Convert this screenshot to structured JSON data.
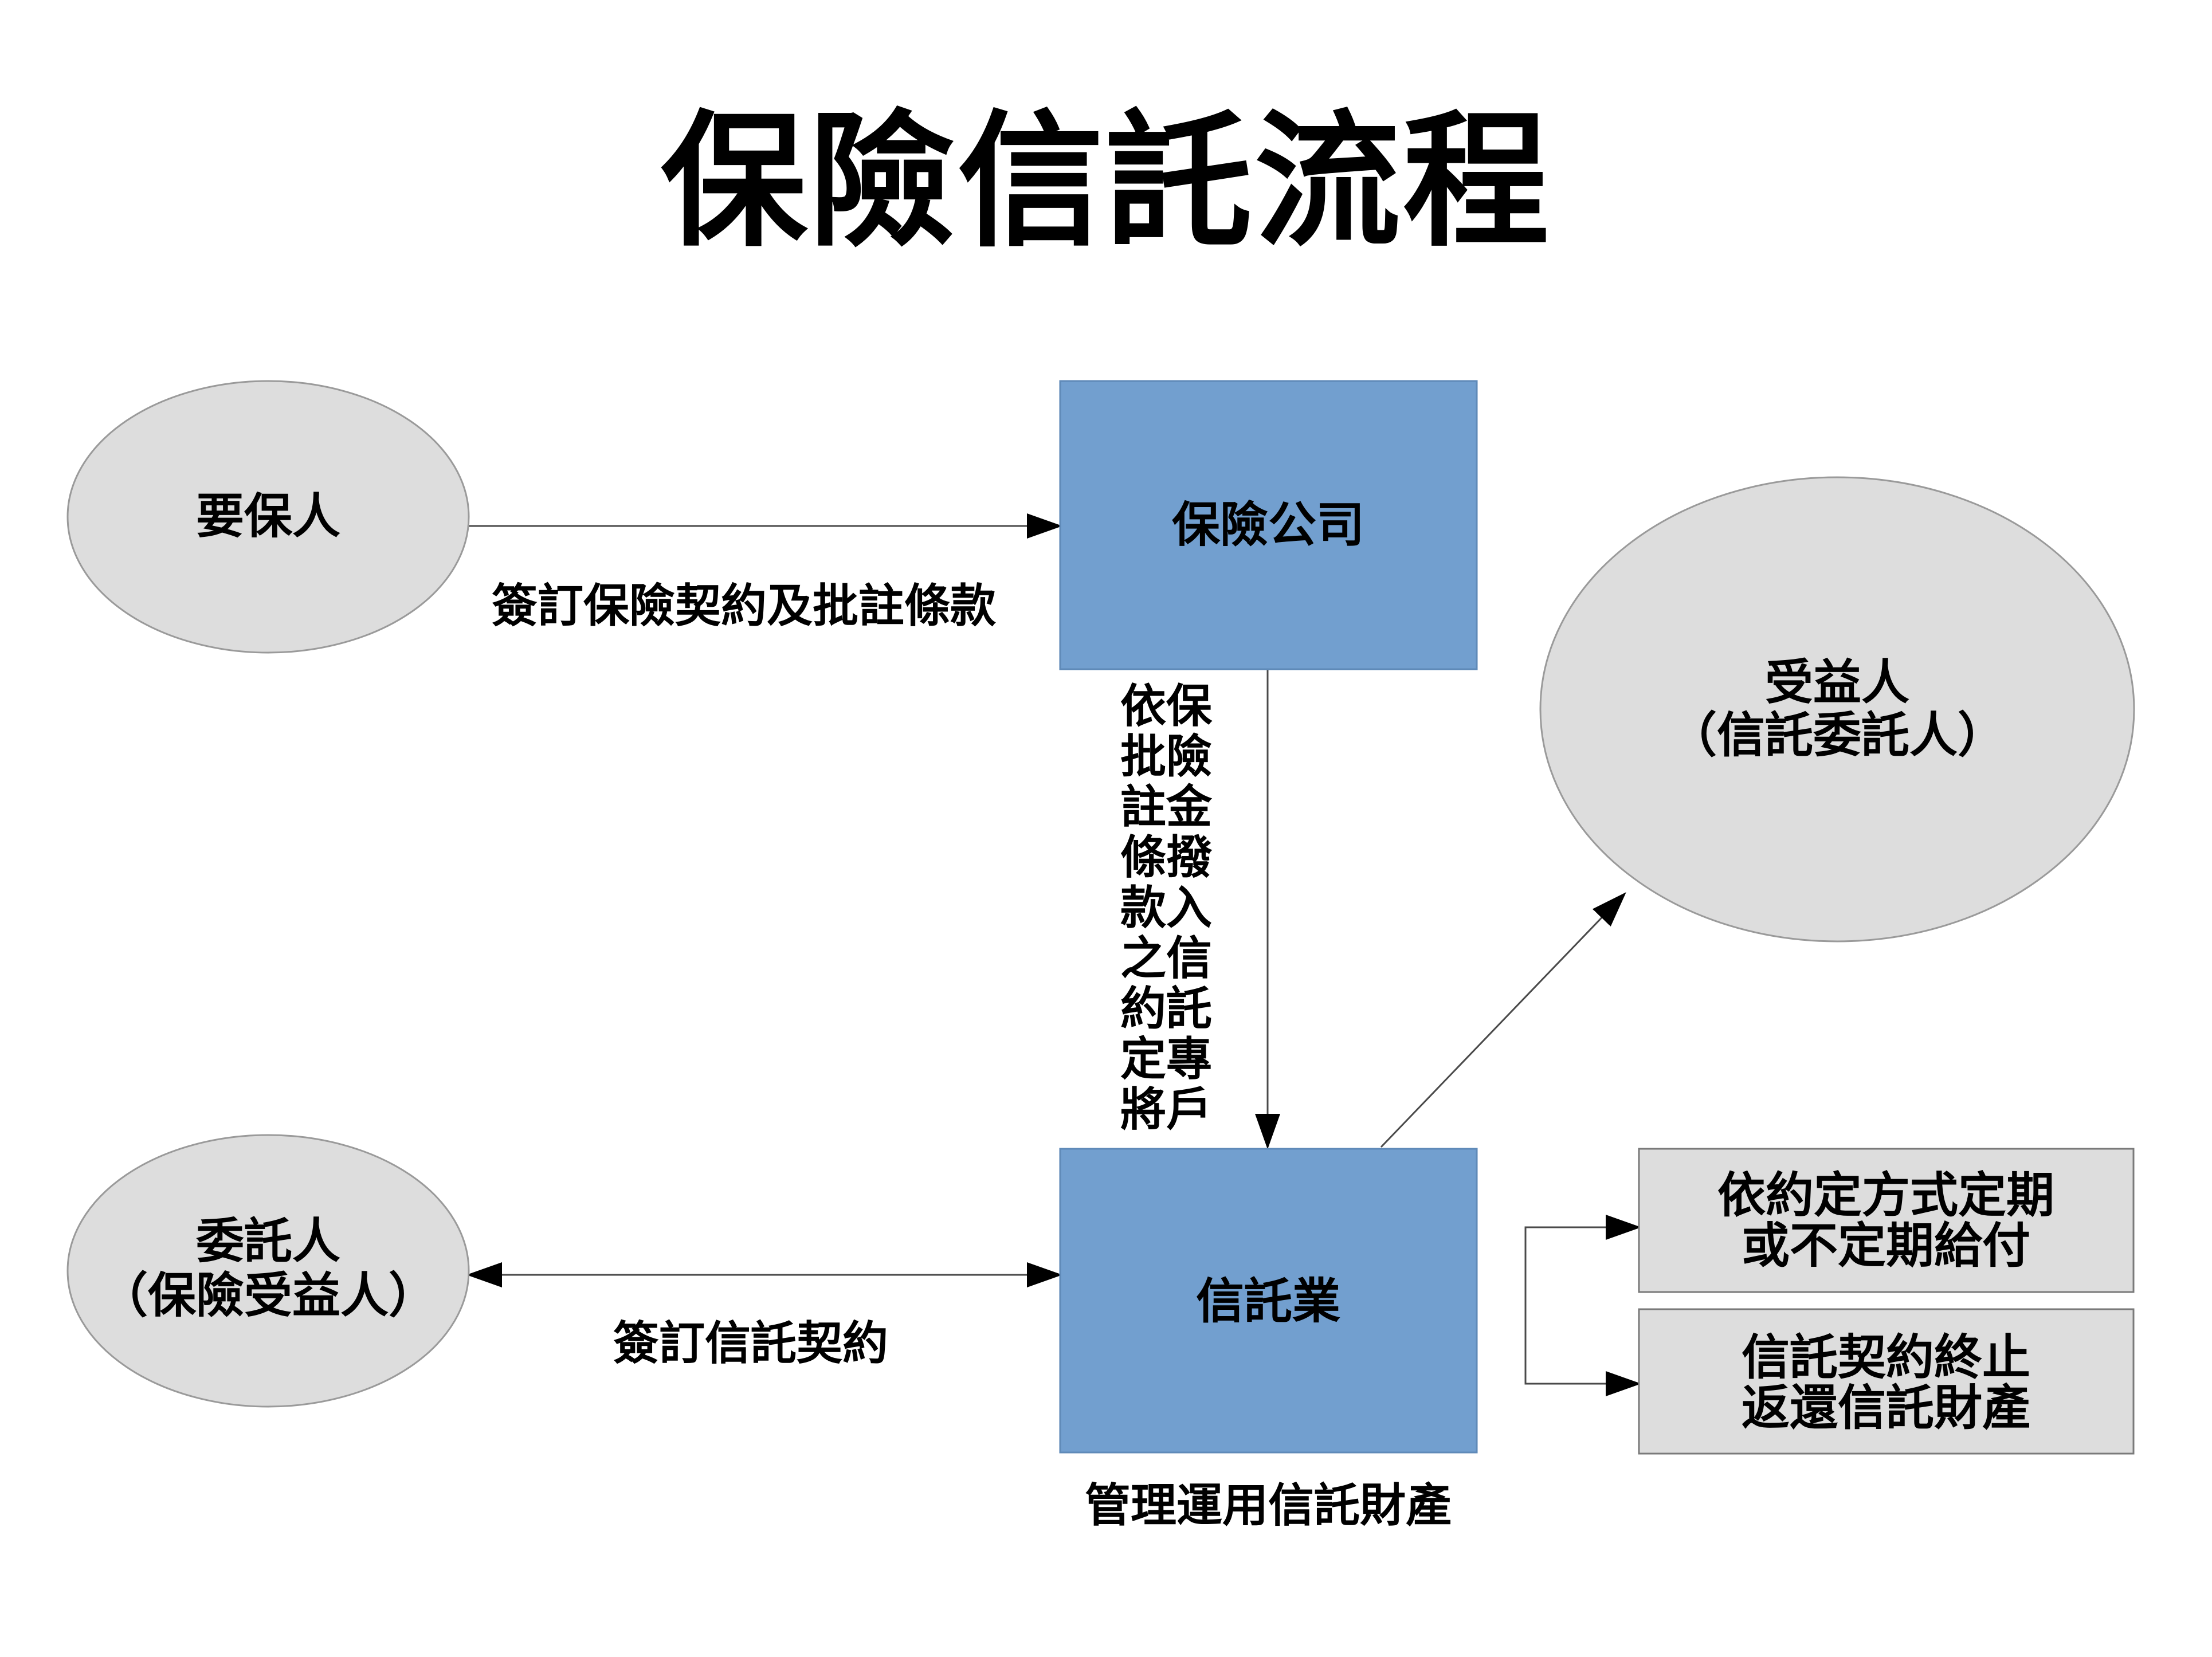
{
  "title": "保險信託流程",
  "nodes": {
    "policyholder": "要保人",
    "insurer": "保險公司",
    "beneficiary": [
      "受益人",
      "（信託委託人）"
    ],
    "settlor": [
      "委託人",
      "（保險受益人）"
    ],
    "trustee": "信託業",
    "payout": [
      "依約定方式定期",
      "或不定期給付"
    ],
    "termination": [
      "信託契約終止",
      "返還信託財產"
    ]
  },
  "edges": {
    "policyholder_to_insurer": "簽訂保險契約及批註條款",
    "insurer_to_trustee": [
      "依保",
      "批險",
      "註金",
      "條撥",
      "款入",
      "之信",
      "約託",
      "定專",
      "將戶"
    ],
    "settlor_trustee": "簽訂信託契約",
    "trustee_caption": "管理運用信託財產"
  },
  "colors": {
    "ellipse_fill": "#dddddd",
    "blue_box_fill": "#729fcf",
    "grey_box_fill": "#dddddd",
    "connector": "#4a4a4a"
  }
}
